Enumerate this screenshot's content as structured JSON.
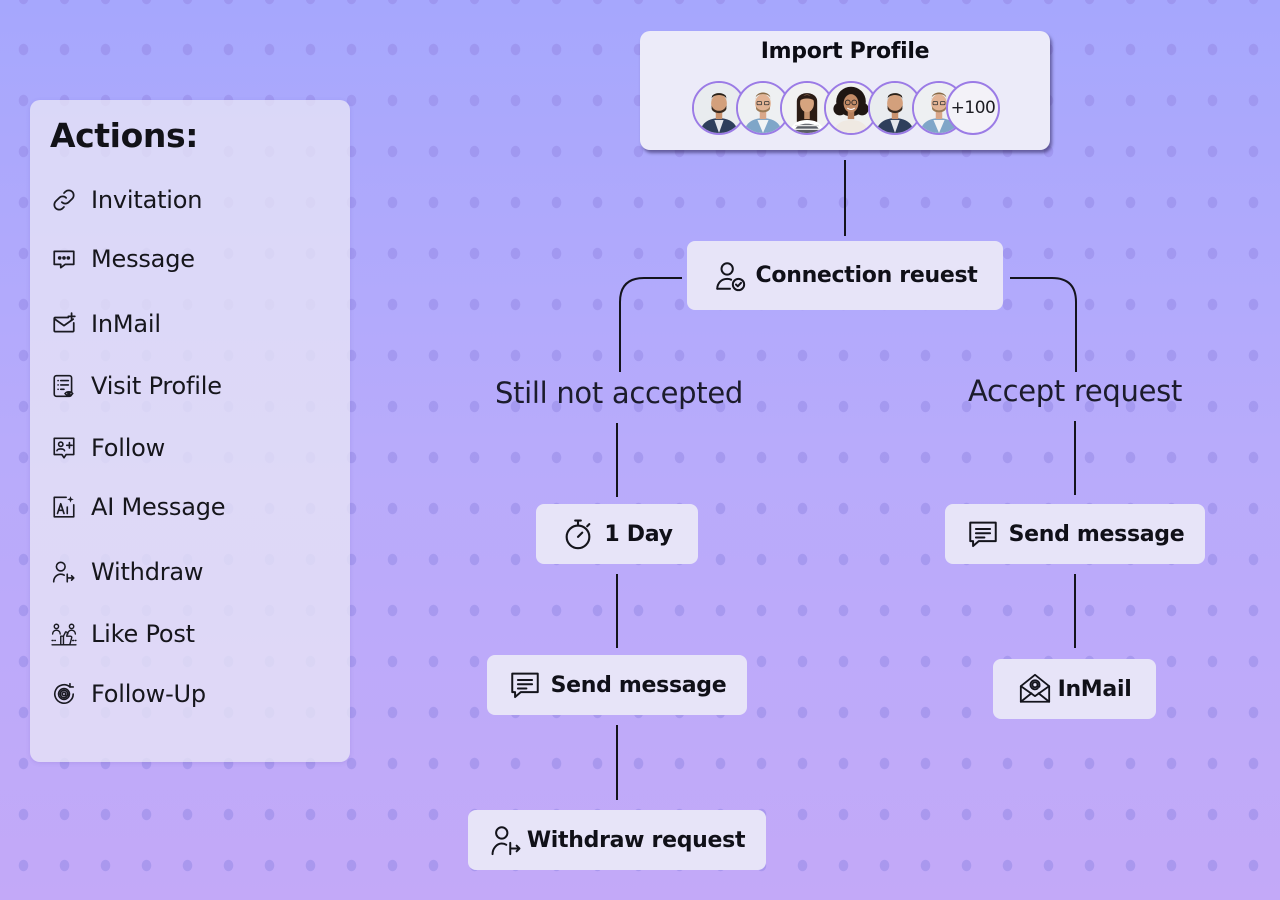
{
  "sidebar": {
    "title": "Actions:",
    "items": [
      {
        "label": "Invitation",
        "icon": "link-icon"
      },
      {
        "label": "Message",
        "icon": "message-dots-icon"
      },
      {
        "label": "InMail",
        "icon": "mail-plus-icon"
      },
      {
        "label": "Visit Profile",
        "icon": "profile-eye-icon"
      },
      {
        "label": "Follow",
        "icon": "follow-icon"
      },
      {
        "label": "AI Message",
        "icon": "ai-icon"
      },
      {
        "label": "Withdraw",
        "icon": "user-withdraw-icon"
      },
      {
        "label": "Like Post",
        "icon": "like-post-icon"
      },
      {
        "label": "Follow-Up",
        "icon": "follow-up-icon"
      }
    ]
  },
  "flow": {
    "import_title": "Import Profile",
    "avatar_more": "+100",
    "connection": "Connection reuest",
    "left_label": "Still not accepted",
    "right_label": "Accept request",
    "delay": "1 Day",
    "send_message_left": "Send message",
    "send_message_right": "Send message",
    "withdraw": "Withdraw request",
    "inmail": "InMail"
  },
  "colors": {
    "background_top": "#a6a7fd",
    "background_bottom": "#c3a9f8",
    "node_fill": "#e7e4f8",
    "avatar_ring": "#9b7be6"
  }
}
